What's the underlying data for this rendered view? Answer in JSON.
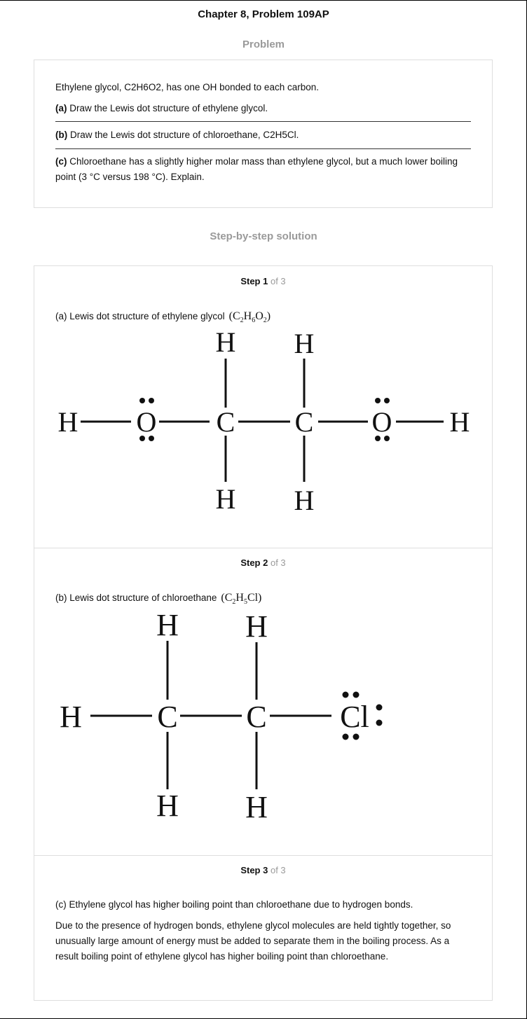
{
  "header": {
    "title": "Chapter 8, Problem 109AP"
  },
  "problem": {
    "heading": "Problem",
    "intro": "Ethylene glycol, C2H6O2, has one OH bonded to each carbon.",
    "parts": [
      {
        "label": "(a)",
        "text": "Draw the Lewis dot structure of ethylene glycol."
      },
      {
        "label": "(b)",
        "text": "Draw the Lewis dot structure of chloroethane, C2H5Cl."
      },
      {
        "label": "(c)",
        "text": "Chloroethane has a slightly higher molar mass than ethylene glycol, but a much lower boiling point (3 °C versus 198 °C). Explain."
      }
    ]
  },
  "solution": {
    "heading": "Step-by-step solution",
    "steps": [
      {
        "label": "Step 1",
        "of": "of 3",
        "text": "(a) Lewis dot structure of ethylene glycol",
        "formula": "(C2H6O2)"
      },
      {
        "label": "Step 2",
        "of": "of 3",
        "text": "(b) Lewis dot structure of chloroethane",
        "formula": "(C2H5Cl)"
      },
      {
        "label": "Step 3",
        "of": "of 3",
        "line1": "(c) Ethylene glycol has higher boiling point than chloroethane due to hydrogen bonds.",
        "line2": "Due to the presence of hydrogen bonds, ethylene glycol molecules are held tightly together, so unusually large amount of energy must be added to separate them in the boiling process. As a result boiling point of ethylene glycol has higher boiling point than chloroethane."
      }
    ]
  },
  "structures": {
    "ethylene_glycol_atoms": [
      "H",
      "O",
      "C",
      "C",
      "O",
      "H",
      "H",
      "H",
      "H",
      "H"
    ],
    "chloroethane_atoms": [
      "H",
      "C",
      "C",
      "Cl",
      "H",
      "H",
      "H",
      "H"
    ]
  }
}
